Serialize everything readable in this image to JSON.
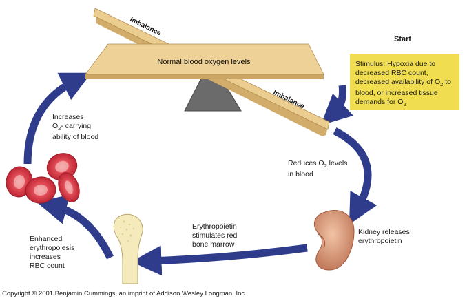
{
  "diagram": {
    "start_label": "Start",
    "stimulus": {
      "text_1": "Stimulus: Hypoxia due to decreased RBC count, decreased availability of  O",
      "sub_1": "2",
      "text_2": " to blood, or increased tissue demands for O",
      "sub_2": "2"
    },
    "seesaw": {
      "balanced_label": "Normal blood oxygen levels",
      "imbalance_top": "Imbalance",
      "imbalance_right": "Imbalance"
    },
    "steps": {
      "reduces": {
        "pre": "Reduces O",
        "sub": "2",
        "post": " levels\nin blood"
      },
      "kidney": "Kidney releases\nerythropoietin",
      "marrow": "Erythropoietin\nstimulates red\nbone marrow",
      "erythropoiesis": "Enhanced\nerythropoiesis\nincreases\nRBC count",
      "increases": {
        "pre": "Increases\nO",
        "sub": "2",
        "post": "- carrying\nability of blood"
      }
    },
    "colors": {
      "arrow": "#2f3c8c",
      "board": "#e9c98c",
      "stimulus_box": "#f1de50",
      "rbc": "#d8323f",
      "kidney": "#d39273",
      "bone": "#f2e8b7"
    }
  },
  "footer": {
    "copyright": "Copyright © 2001 Benjamin Cummings, an imprint of Addison Wesley Longman, Inc."
  }
}
